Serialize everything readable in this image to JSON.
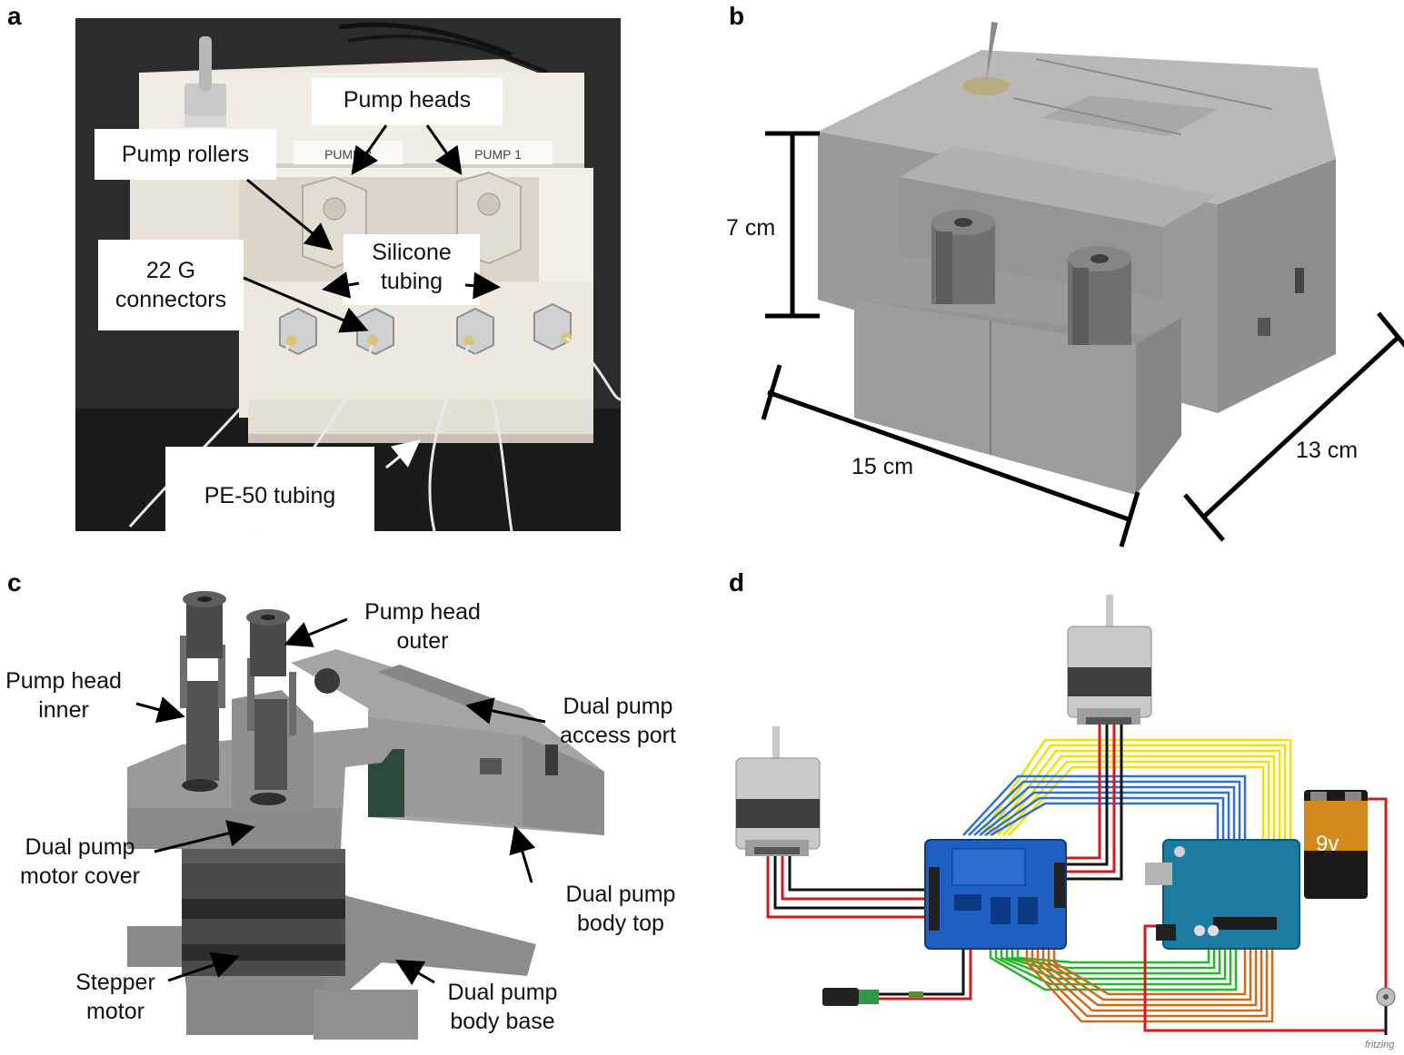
{
  "panels": {
    "a": {
      "letter": "a",
      "labels": {
        "pump_heads": "Pump heads",
        "pump_rollers": "Pump rollers",
        "connectors_line1": "22 G",
        "connectors_line2": "connectors",
        "silicone_line1": "Silicone",
        "silicone_line2": "tubing",
        "pe50": "PE-50 tubing"
      },
      "device_text": {
        "pump2": "PUMP 2",
        "pump1": "PUMP 1"
      }
    },
    "b": {
      "letter": "b",
      "dimensions": {
        "height": "7 cm",
        "width": "15 cm",
        "depth": "13 cm"
      }
    },
    "c": {
      "letter": "c",
      "labels": {
        "head_outer_line1": "Pump head",
        "head_outer_line2": "outer",
        "head_inner_line1": "Pump head",
        "head_inner_line2": "inner",
        "access_line1": "Dual pump",
        "access_line2": "access port",
        "motor_cover_line1": "Dual pump",
        "motor_cover_line2": "motor cover",
        "body_top_line1": "Dual pump",
        "body_top_line2": "body top",
        "stepper_line1": "Stepper",
        "stepper_line2": "motor",
        "body_base_line1": "Dual pump",
        "body_base_line2": "body base"
      }
    },
    "d": {
      "letter": "d",
      "battery": "9v",
      "credit": "fritzing"
    }
  },
  "colors": {
    "gray_body": "#8f8f8f",
    "photo_bg": "#2a2a2a",
    "board_blue": "#1f5fbf",
    "arduino_teal": "#1b7ca0",
    "wire_yellow": "#f2e200",
    "wire_blue": "#2f6fd6",
    "wire_green": "#27b52b",
    "wire_orange": "#d06a1a",
    "wire_red": "#d01c1c"
  }
}
